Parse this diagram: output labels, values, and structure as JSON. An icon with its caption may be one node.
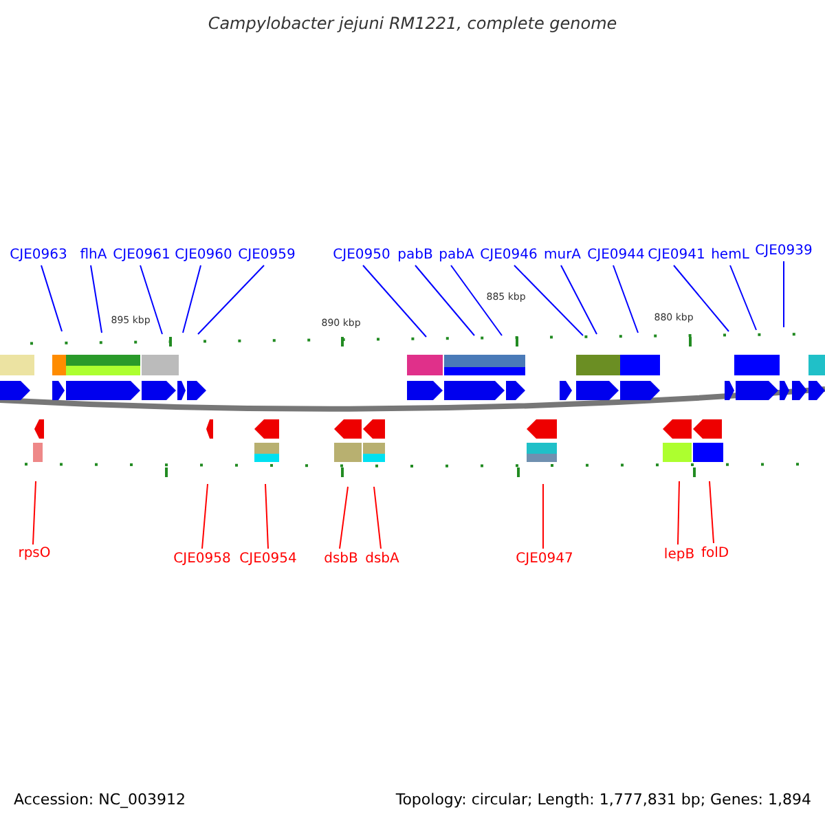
{
  "diagram": {
    "title": "Campylobacter jejuni RM1221, complete genome",
    "nodes": [
      {
        "text": [
          "CJE0963"
        ]
      },
      {
        "text": [
          "flhA"
        ]
      },
      {
        "text": [
          "CJE0961"
        ]
      },
      {
        "text": [
          "CJE0960"
        ]
      },
      {
        "text": [
          "CJE0959"
        ]
      },
      {
        "text": [
          "CJE0950"
        ]
      },
      {
        "text": [
          "pabB"
        ]
      },
      {
        "text": [
          "pabA"
        ]
      },
      {
        "text": [
          "CJE0946"
        ]
      },
      {
        "text": [
          "murA"
        ]
      },
      {
        "text": [
          "CJE0944"
        ]
      },
      {
        "text": [
          "CJE0941"
        ]
      },
      {
        "text": [
          "hemL"
        ]
      },
      {
        "text": [
          "CJE0939"
        ]
      },
      {
        "text": [
          "rpsO"
        ]
      },
      {
        "text": [
          "CJE0958"
        ]
      },
      {
        "text": [
          "CJE0954"
        ]
      },
      {
        "text": [
          "dsbB"
        ]
      },
      {
        "text": [
          "dsbA"
        ]
      },
      {
        "text": [
          "CJE0947"
        ]
      },
      {
        "text": [
          "lepB"
        ]
      },
      {
        "text": [
          "folD"
        ]
      }
    ],
    "edges": [
      {
        "from": 0,
        "to": null,
        "arrow": "none"
      },
      {
        "from": 1,
        "to": null,
        "arrow": "none"
      },
      {
        "from": 2,
        "to": null,
        "arrow": "none"
      },
      {
        "from": 3,
        "to": null,
        "arrow": "none"
      },
      {
        "from": 4,
        "to": null,
        "arrow": "none"
      },
      {
        "from": 5,
        "to": null,
        "arrow": "none"
      },
      {
        "from": 6,
        "to": null,
        "arrow": "none"
      },
      {
        "from": 7,
        "to": null,
        "arrow": "none"
      },
      {
        "from": 8,
        "to": null,
        "arrow": "none"
      },
      {
        "from": 9,
        "to": null,
        "arrow": "none"
      },
      {
        "from": 10,
        "to": null,
        "arrow": "none"
      },
      {
        "from": 11,
        "to": null,
        "arrow": "none"
      },
      {
        "from": 12,
        "to": null,
        "arrow": "none"
      },
      {
        "from": 13,
        "to": null,
        "arrow": "none"
      },
      {
        "from": 14,
        "to": null,
        "arrow": "none",
        "color": "#ff0000"
      },
      {
        "from": 15,
        "to": null,
        "arrow": "none",
        "color": "#ff0000"
      },
      {
        "from": 16,
        "to": null,
        "arrow": "none",
        "color": "#ff0000"
      },
      {
        "from": 17,
        "to": null,
        "arrow": "none",
        "color": "#ff0000"
      },
      {
        "from": 18,
        "to": null,
        "arrow": "none",
        "color": "#ff0000"
      },
      {
        "from": 19,
        "to": null,
        "arrow": "none",
        "color": "#ff0000"
      },
      {
        "from": 20,
        "to": null,
        "arrow": "none",
        "color": "#ff0000"
      },
      {
        "from": 21,
        "to": null,
        "arrow": "none",
        "color": "#ff0000"
      }
    ],
    "labels": [
      "895 kbp",
      "890 kbp",
      "885 kbp",
      "880 kbp",
      "Accession: NC_003912",
      "Topology: circular; Length: 1,777,831 bp; Genes: 1,894"
    ]
  }
}
